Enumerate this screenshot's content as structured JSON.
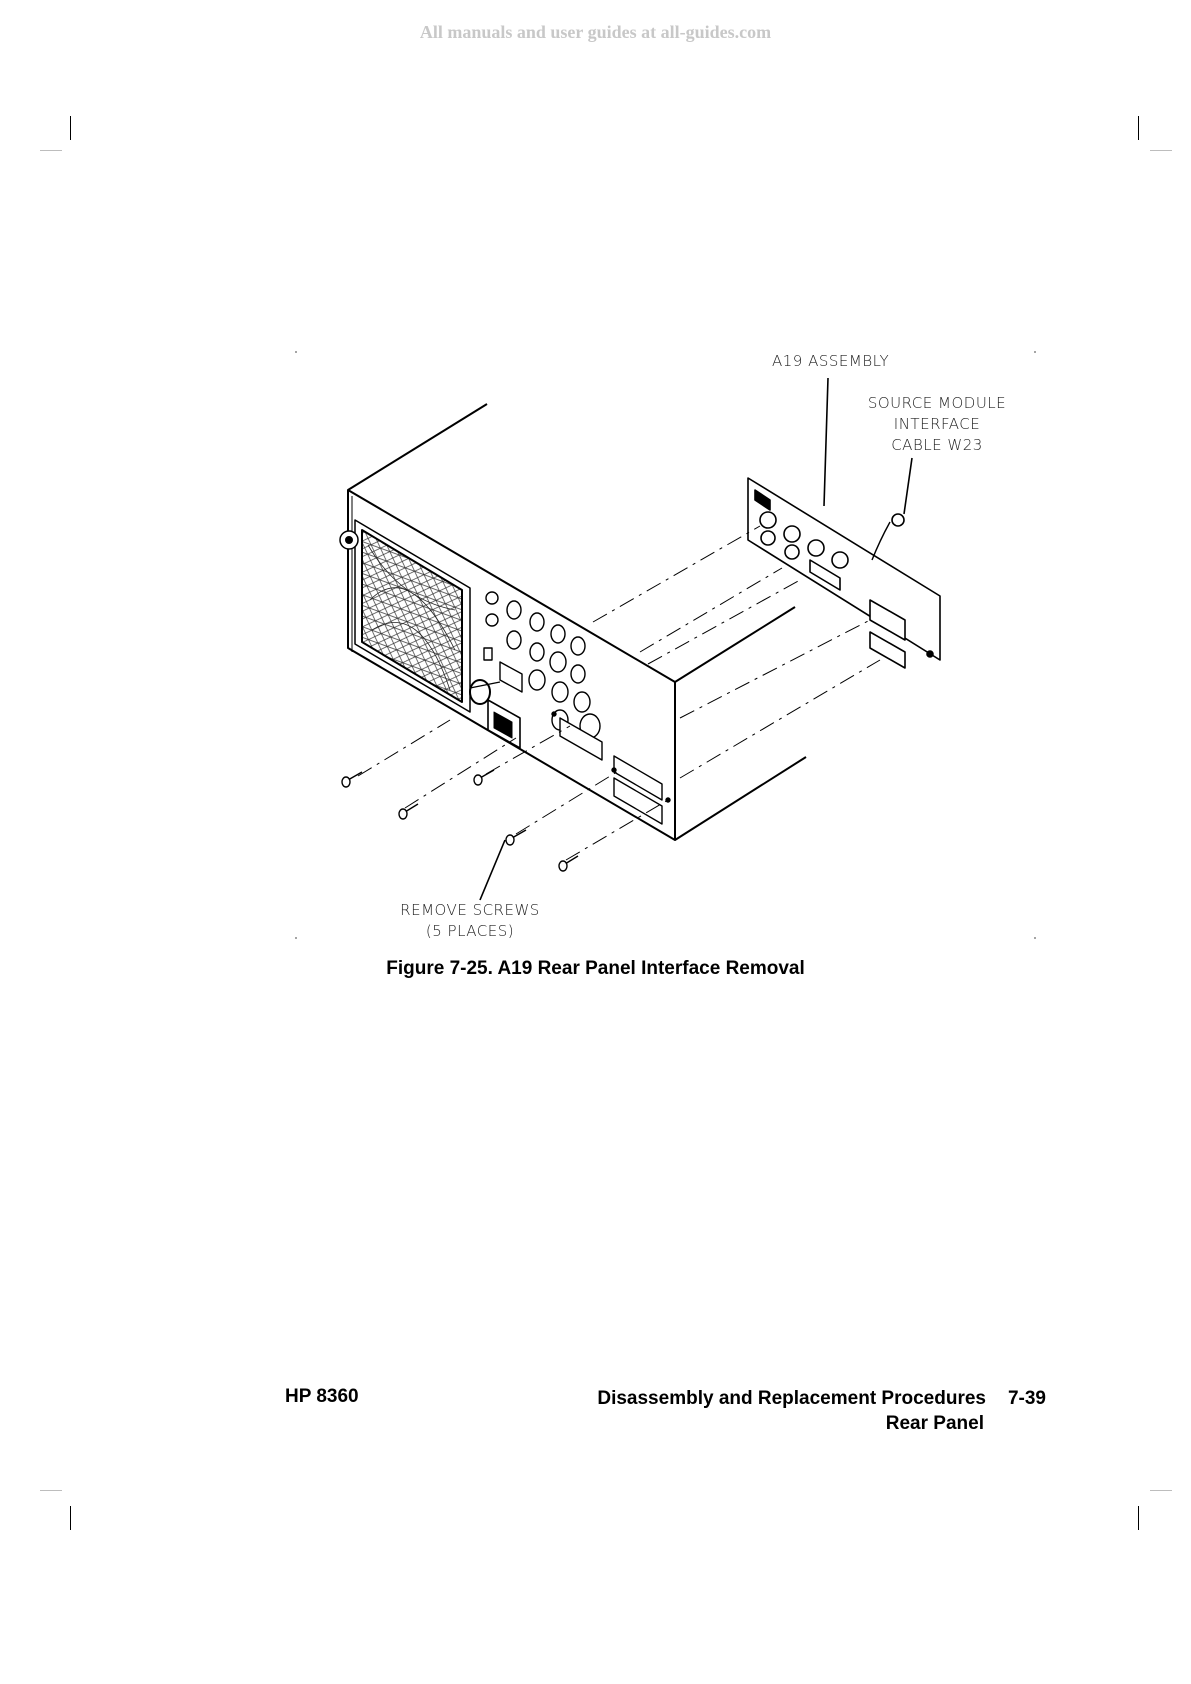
{
  "watermark": "All manuals and user guides at all-guides.com",
  "figure": {
    "label_a19_assembly": "A19 ASSEMBLY",
    "label_source_module": "SOURCE MODULE",
    "label_interface": "INTERFACE",
    "label_cable": "CABLE W23",
    "label_remove_screws": "REMOVE SCREWS",
    "label_places": "(5 PLACES)",
    "caption": "Figure 7-25. A19 Rear Panel Interface Removal"
  },
  "footer": {
    "model": "HP 8360",
    "section": "Disassembly and Replacement Procedures",
    "page_number": "7-39",
    "subsection": "Rear Panel"
  }
}
